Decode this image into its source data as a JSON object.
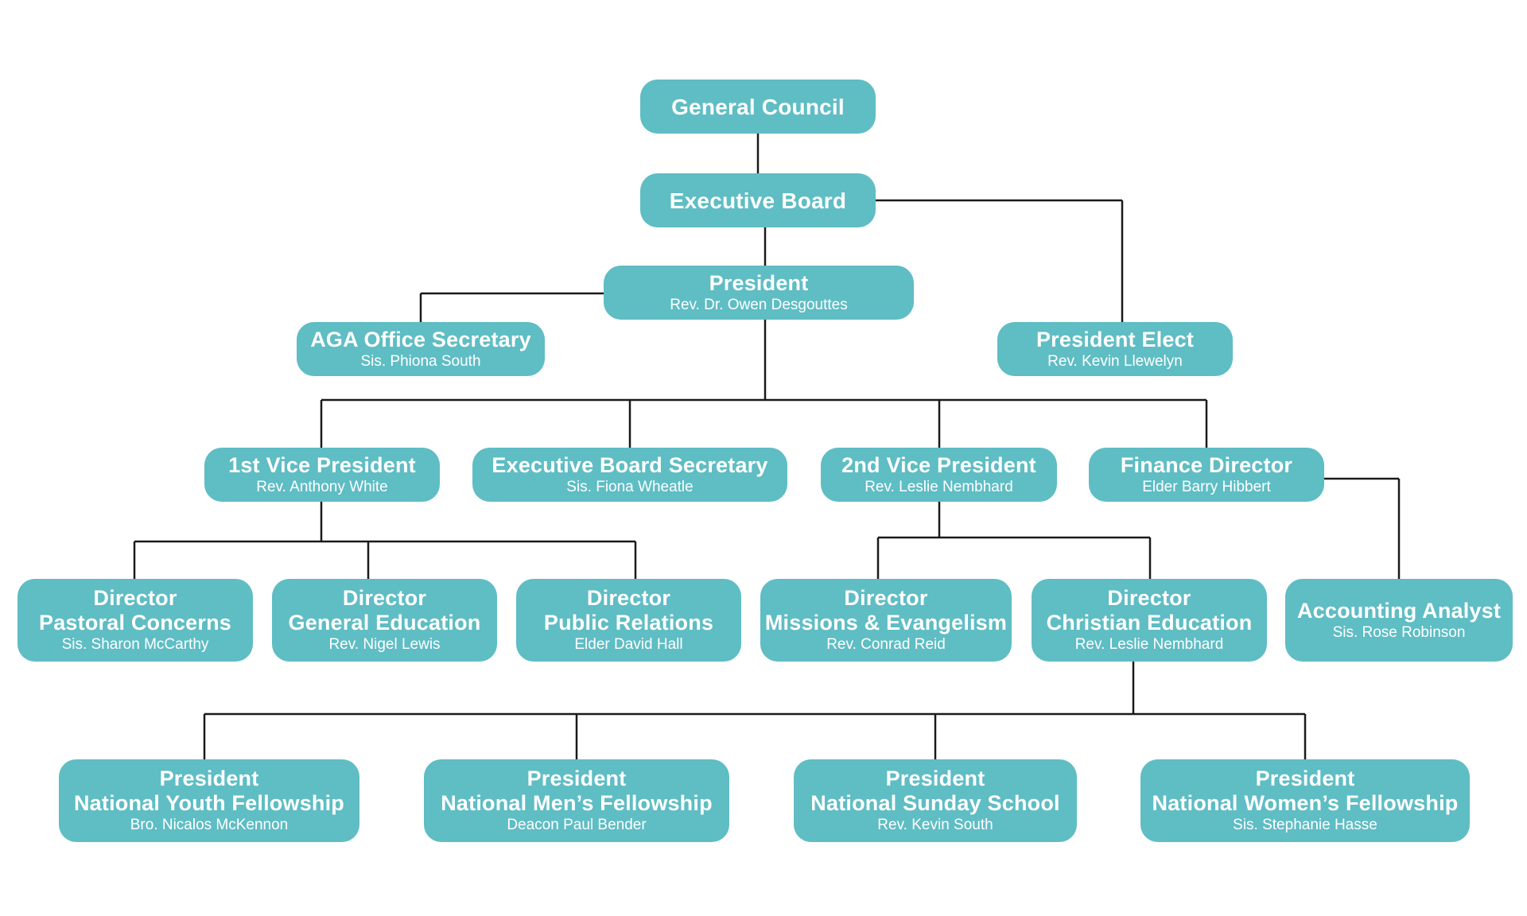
{
  "colors": {
    "box": "#5fbdc4",
    "text": "#ffffff",
    "connector": "#1a1a1a"
  },
  "nodes": {
    "general_council": {
      "title": "General Council"
    },
    "executive_board": {
      "title": "Executive Board"
    },
    "president": {
      "title": "President",
      "name": "Rev. Dr. Owen Desgouttes"
    },
    "aga_office_secretary": {
      "title": "AGA Office Secretary",
      "name": "Sis. Phiona South"
    },
    "president_elect": {
      "title": "President Elect",
      "name": "Rev. Kevin Llewelyn"
    },
    "first_vice_president": {
      "title": "1st Vice President",
      "name": "Rev. Anthony White"
    },
    "executive_board_secretary": {
      "title": "Executive Board Secretary",
      "name": "Sis. Fiona Wheatle"
    },
    "second_vice_president": {
      "title": "2nd Vice President",
      "name": "Rev. Leslie Nembhard"
    },
    "finance_director": {
      "title": "Finance Director",
      "name": "Elder Barry Hibbert"
    },
    "director_pastoral": {
      "title": "Director",
      "subtitle": "Pastoral Concerns",
      "name": "Sis. Sharon McCarthy"
    },
    "director_general_ed": {
      "title": "Director",
      "subtitle": "General Education",
      "name": "Rev. Nigel Lewis"
    },
    "director_public_rel": {
      "title": "Director",
      "subtitle": "Public Relations",
      "name": "Elder David Hall"
    },
    "director_missions": {
      "title": "Director",
      "subtitle": "Missions & Evangelism",
      "name": "Rev. Conrad Reid"
    },
    "director_christian_ed": {
      "title": "Director",
      "subtitle": "Christian Education",
      "name": "Rev. Leslie Nembhard"
    },
    "accounting_analyst": {
      "title": "Accounting Analyst",
      "name": "Sis. Rose Robinson"
    },
    "pres_youth": {
      "title": "President",
      "subtitle": "National Youth Fellowship",
      "name": "Bro. Nicalos McKennon"
    },
    "pres_mens": {
      "title": "President",
      "subtitle": "National Men’s Fellowship",
      "name": "Deacon Paul Bender"
    },
    "pres_sunday_school": {
      "title": "President",
      "subtitle": "National Sunday School",
      "name": "Rev. Kevin South"
    },
    "pres_womens": {
      "title": "President",
      "subtitle": "National Women’s Fellowship",
      "name": "Sis. Stephanie Hasse"
    }
  }
}
